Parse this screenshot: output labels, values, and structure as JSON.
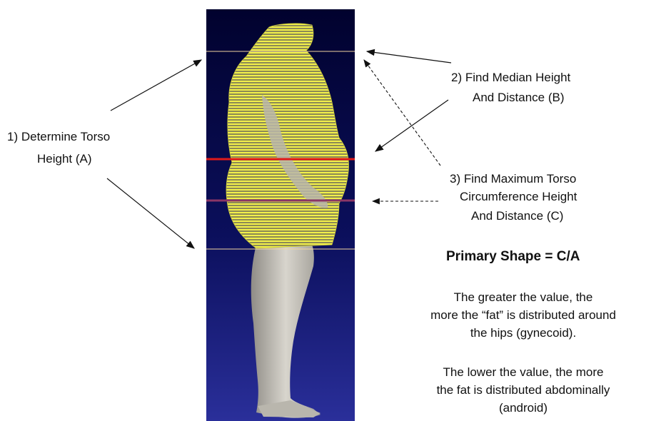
{
  "steps": {
    "step1": {
      "line1": "1)   Determine Torso",
      "line2": "Height (A)"
    },
    "step2": {
      "line1": "2) Find Median Height",
      "line2": "And Distance (B)"
    },
    "step3": {
      "line1": "3) Find Maximum Torso",
      "line2": "Circumference Height",
      "line3": "And Distance (C)"
    }
  },
  "formula": "Primary Shape = C/A",
  "explain_high": {
    "line1": "The greater the value, the",
    "line2": "more the “fat” is distributed around",
    "line3": "the hips (gynecoid)."
  },
  "explain_low": {
    "line1": "The lower the value, the more",
    "line2": "the fat is distributed abdominally",
    "line3": "(android)"
  },
  "colors": {
    "panel_top": "#01022e",
    "panel_bottom": "#2a2f9a",
    "torso_mesh": "#f2f04a",
    "median_line": "#e01919",
    "max_line": "#8b3566",
    "bound_line": "#f3d6a0",
    "body": "#c9c6bd"
  }
}
